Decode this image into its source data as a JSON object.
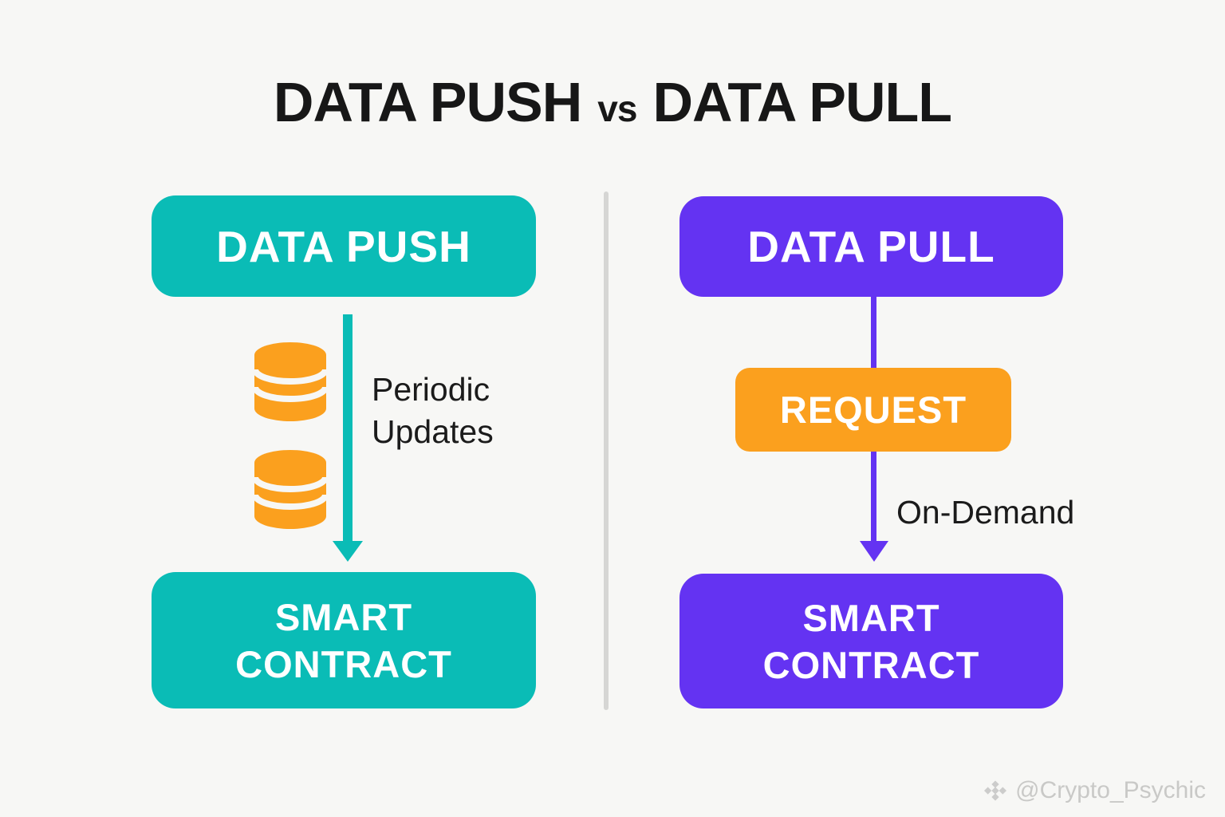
{
  "title": {
    "left": "DATA PUSH",
    "middle": "vs",
    "right": "DATA PULL"
  },
  "left_flow": {
    "source_label": "DATA PUSH",
    "annotation_lines": [
      "Periodic",
      "Updates"
    ],
    "target_lines": [
      "SMART",
      "CONTRACT"
    ],
    "icon": "database-icon",
    "icon_count": 2
  },
  "right_flow": {
    "source_label": "DATA PULL",
    "request_label": "REQUEST",
    "annotation": "On-Demand",
    "target_lines": [
      "SMART",
      "CONTRACT"
    ]
  },
  "watermark": {
    "handle": "@Crypto_Psychic",
    "icon": "binance-diamond-icon"
  },
  "colors": {
    "teal": "#0abcb6",
    "purple": "#6433f2",
    "orange": "#fba01e",
    "background": "#f7f7f5",
    "text_dark": "#1b1b1b",
    "divider": "#d6d6d4",
    "watermark": "#c9c9c7"
  }
}
